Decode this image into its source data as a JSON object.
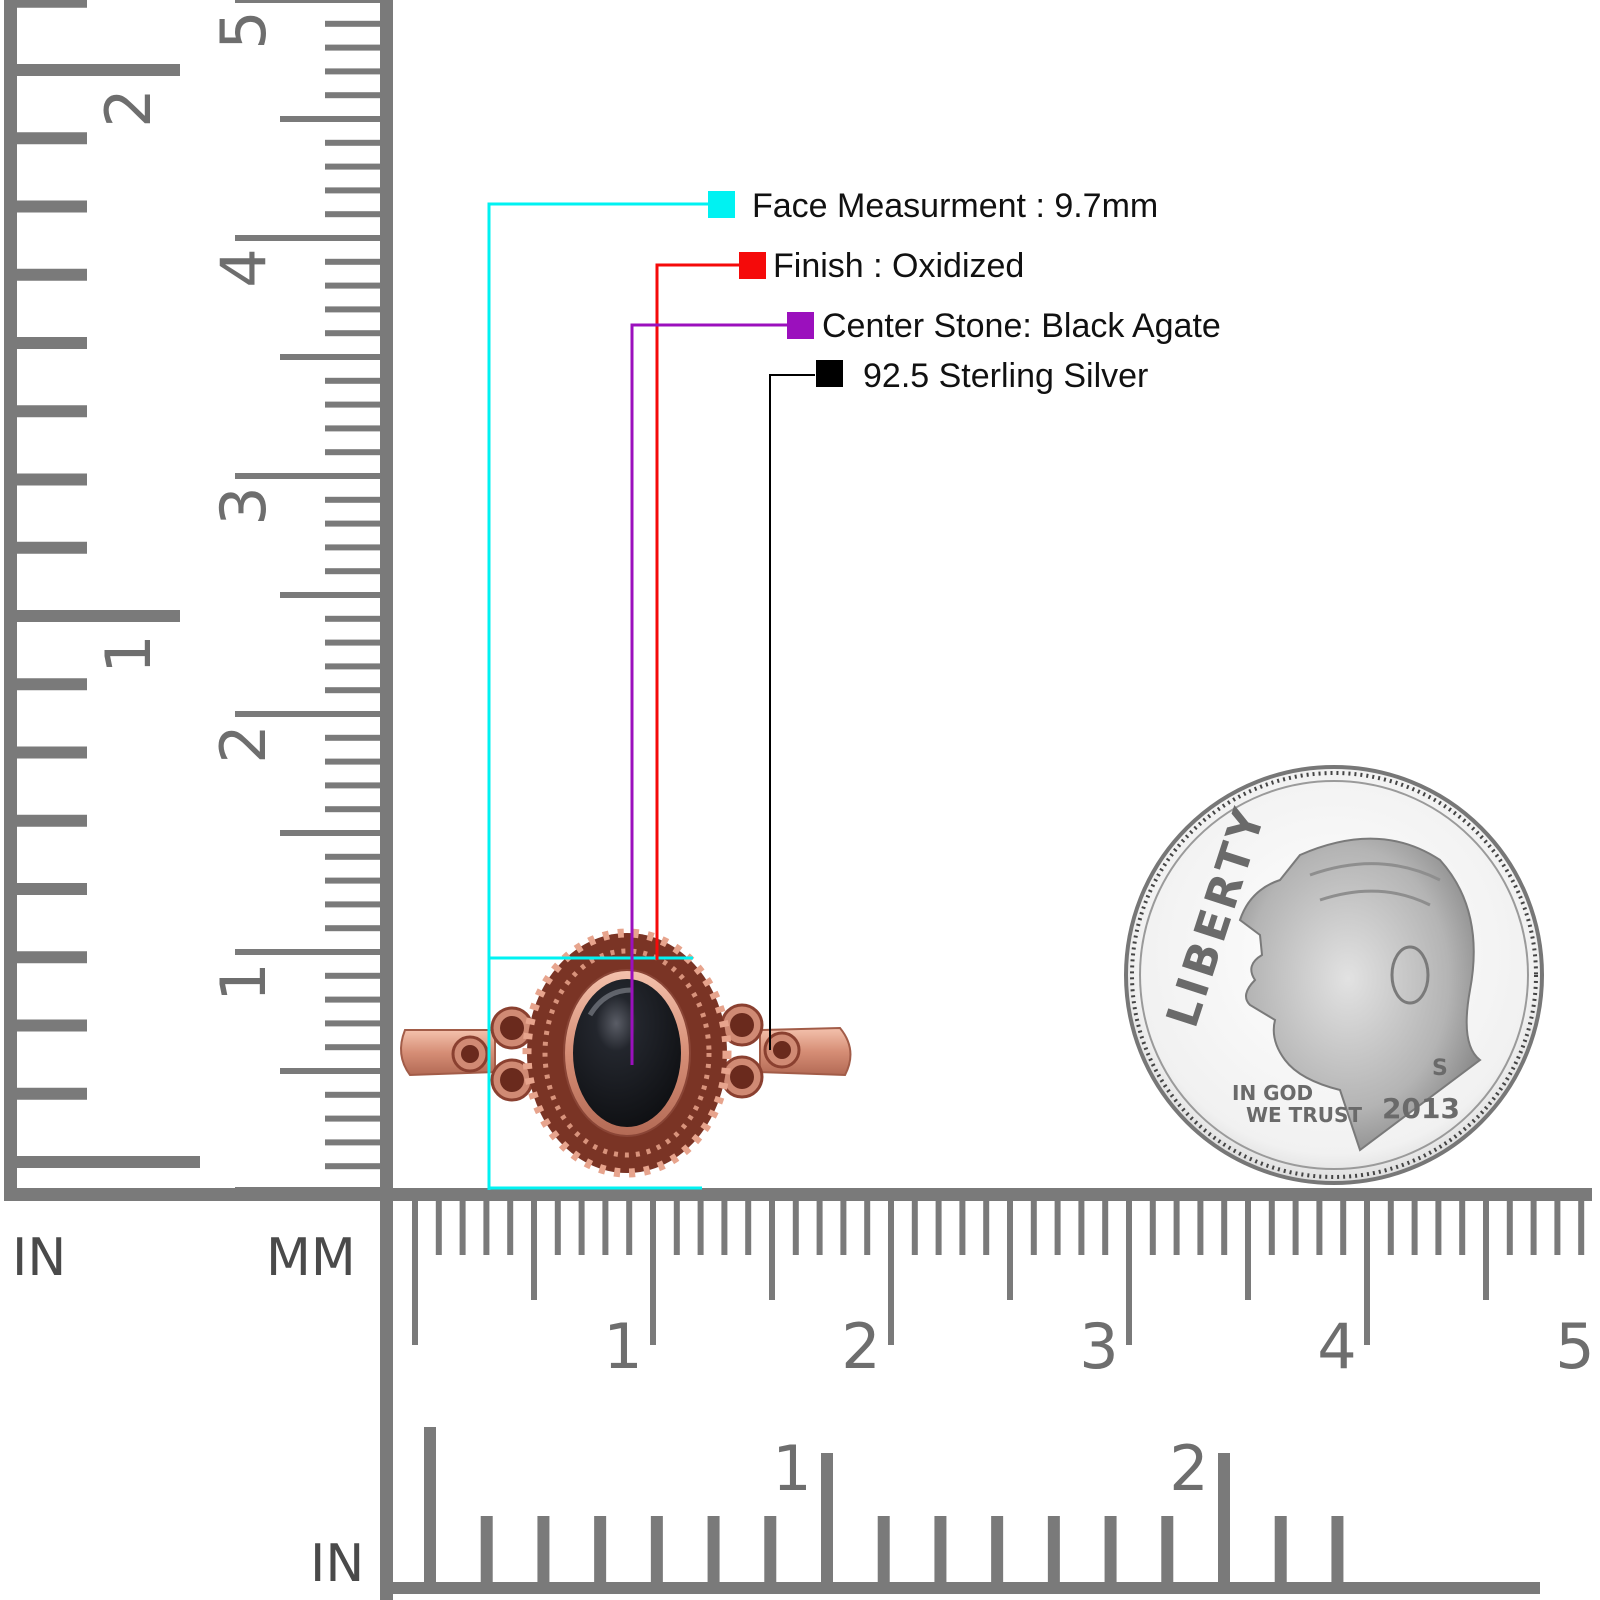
{
  "annotations": [
    {
      "id": "face",
      "label": "Face Measurment : 9.7mm",
      "color": "#00f2f2"
    },
    {
      "id": "finish",
      "label": "Finish : Oxidized",
      "color": "#f50a0a"
    },
    {
      "id": "stone",
      "label": "Center Stone: Black Agate",
      "color": "#9b10bd"
    },
    {
      "id": "metal",
      "label": "92.5 Sterling Silver",
      "color": "#000000"
    }
  ],
  "rulers": {
    "vertical": {
      "inch_label": "IN",
      "mm_label": "MM",
      "inch_numbers": [
        "1",
        "2"
      ],
      "cm_numbers": [
        "1",
        "2",
        "3",
        "4",
        "5"
      ]
    },
    "horizontal": {
      "inch_label": "IN",
      "cm_numbers": [
        "1",
        "2",
        "3",
        "4",
        "5"
      ],
      "inch_numbers": [
        "1",
        "2"
      ]
    },
    "color": "#7a7a7a"
  },
  "coin": {
    "legend": "LIBERTY",
    "motto_line1": "IN GOD",
    "motto_line2": "WE TRUST",
    "year": "2013",
    "mint_mark": "S"
  },
  "product": {
    "metal_color": "#d9907a",
    "stone_color": "#15171c"
  }
}
